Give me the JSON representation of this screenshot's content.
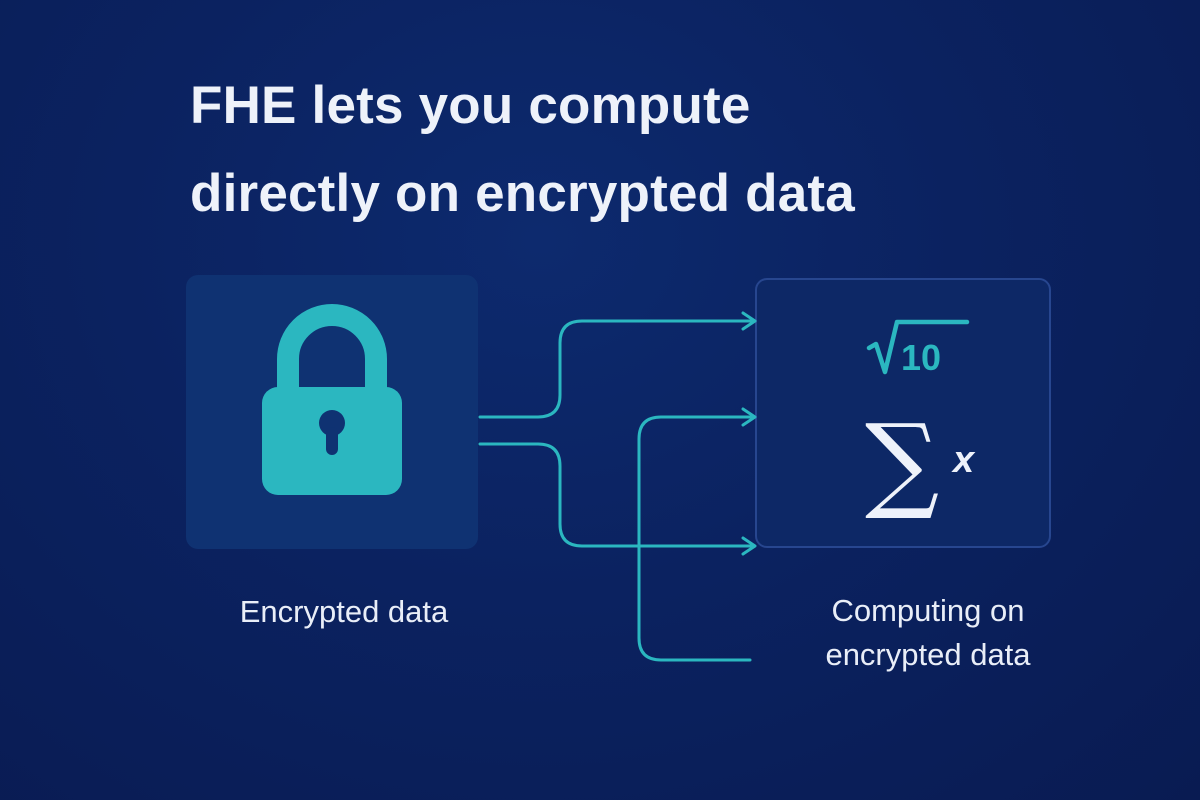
{
  "headline": {
    "line1": "FHE lets you compute",
    "line2": "directly on encrypted data"
  },
  "left_card": {
    "icon": "lock-icon",
    "label": "Encrypted data"
  },
  "right_card": {
    "icon": "math-operations-icon",
    "sqrt_value": "10",
    "sigma_symbol": "∑",
    "sigma_variable": "x",
    "label_line1": "Computing on",
    "label_line2": "encrypted data"
  },
  "colors": {
    "background": "#0b2260",
    "accent_teal": "#2bb7c0",
    "card_left": "#0f3272",
    "card_right": "#0d2866",
    "text": "#eef2fa"
  }
}
